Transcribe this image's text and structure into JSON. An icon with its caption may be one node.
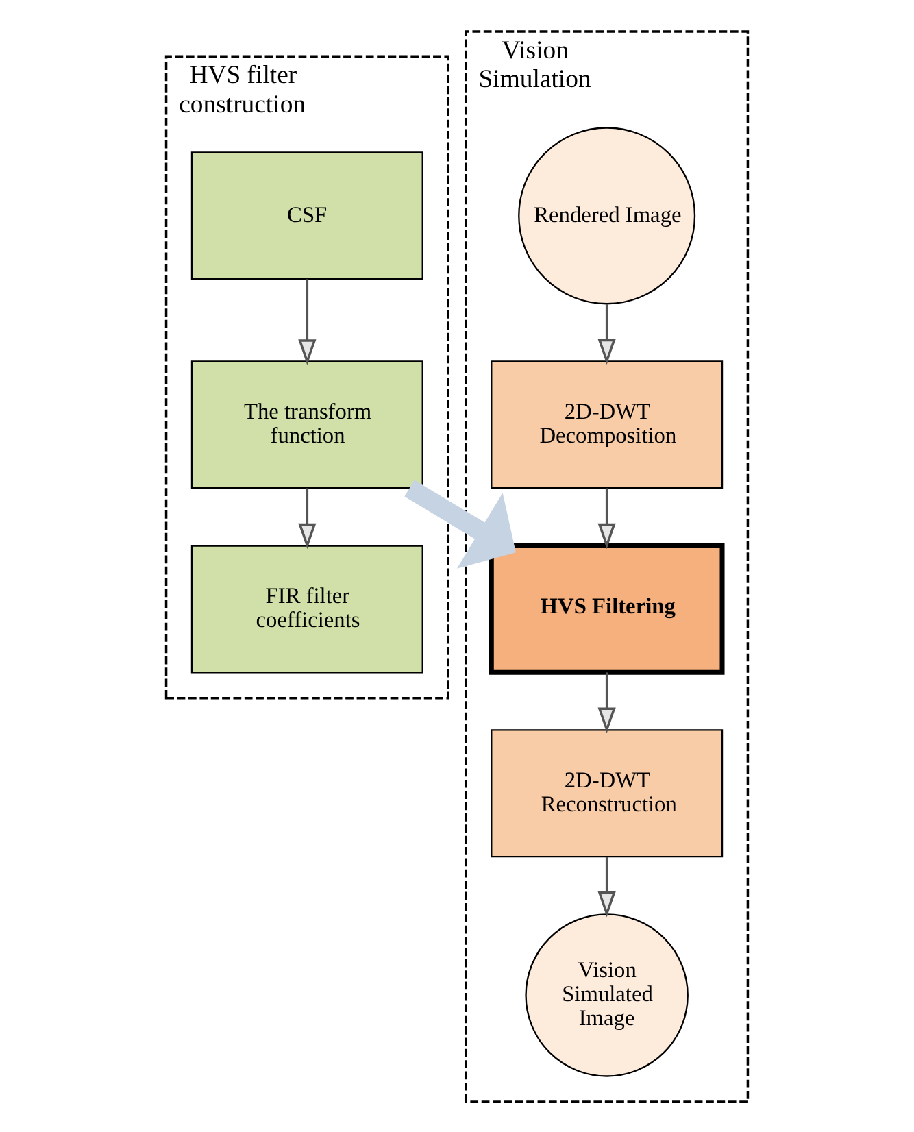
{
  "diagram": {
    "nodes": [
      {
        "text": [
          "HVS filter construction"
        ]
      },
      {
        "text": [
          "CSF"
        ],
        "in": 0
      },
      {
        "text": [
          "The transform function"
        ],
        "in": 0
      },
      {
        "text": [
          "FIR filter coefficients"
        ],
        "in": 0
      },
      {
        "text": [
          "Vision Simulation"
        ]
      },
      {
        "text": [
          "Rendered Image"
        ],
        "in": 4
      },
      {
        "text": [
          "2D-DWT Decomposition"
        ],
        "in": 4
      },
      {
        "text": [
          "HVS Filtering"
        ],
        "in": 4
      },
      {
        "text": [
          "2D-DWT Reconstruction"
        ],
        "in": 4
      },
      {
        "text": [
          "Vision Simulated Image"
        ],
        "in": 4
      }
    ],
    "edges": [
      {
        "from": 1,
        "to": 2,
        "arrow": "to"
      },
      {
        "from": 2,
        "to": 3,
        "arrow": "to"
      },
      {
        "from": 5,
        "to": 6,
        "arrow": "to"
      },
      {
        "from": 6,
        "to": 7,
        "arrow": "to"
      },
      {
        "from": 7,
        "to": 8,
        "arrow": "to"
      },
      {
        "from": 8,
        "to": 9,
        "arrow": "to"
      },
      {
        "from": 2,
        "to": 7,
        "arrow": "to",
        "style": "thick",
        "color": "#c5d3e2"
      }
    ]
  }
}
